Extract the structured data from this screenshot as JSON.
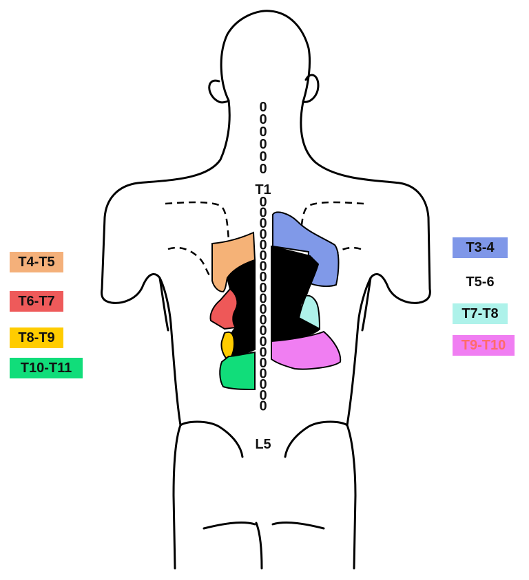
{
  "spine": {
    "top_label": "T1",
    "bottom_label": "L5",
    "vertebra_glyph": "0"
  },
  "legend_left": [
    {
      "label": "T4-T5",
      "color": "#f4b07a"
    },
    {
      "label": "T6-T7",
      "color": "#ee5a5a"
    },
    {
      "label": "T8-T9",
      "color": "#ffcc00"
    },
    {
      "label": "T10-T11",
      "color": "#11dd7a"
    }
  ],
  "legend_right": [
    {
      "label": "T3-4",
      "color": "#7f97e8"
    },
    {
      "label": "T5-6",
      "color": "#ffffff"
    },
    {
      "label": "T7-T8",
      "color": "#aef2ea"
    },
    {
      "label": "T9-T10",
      "color": "#f07ef2",
      "text_color": "#ff6a6a"
    }
  ],
  "region_colors": {
    "T3-4": "#8099e8",
    "T4-T5": "#f5b277",
    "T5-6": "#000000",
    "T6-T7": "#ee5858",
    "T7-T8": "#aef2ea",
    "T8-T9": "#ffcc00",
    "T9-T10": "#f07ef2",
    "T10-T11": "#11dd7a"
  }
}
